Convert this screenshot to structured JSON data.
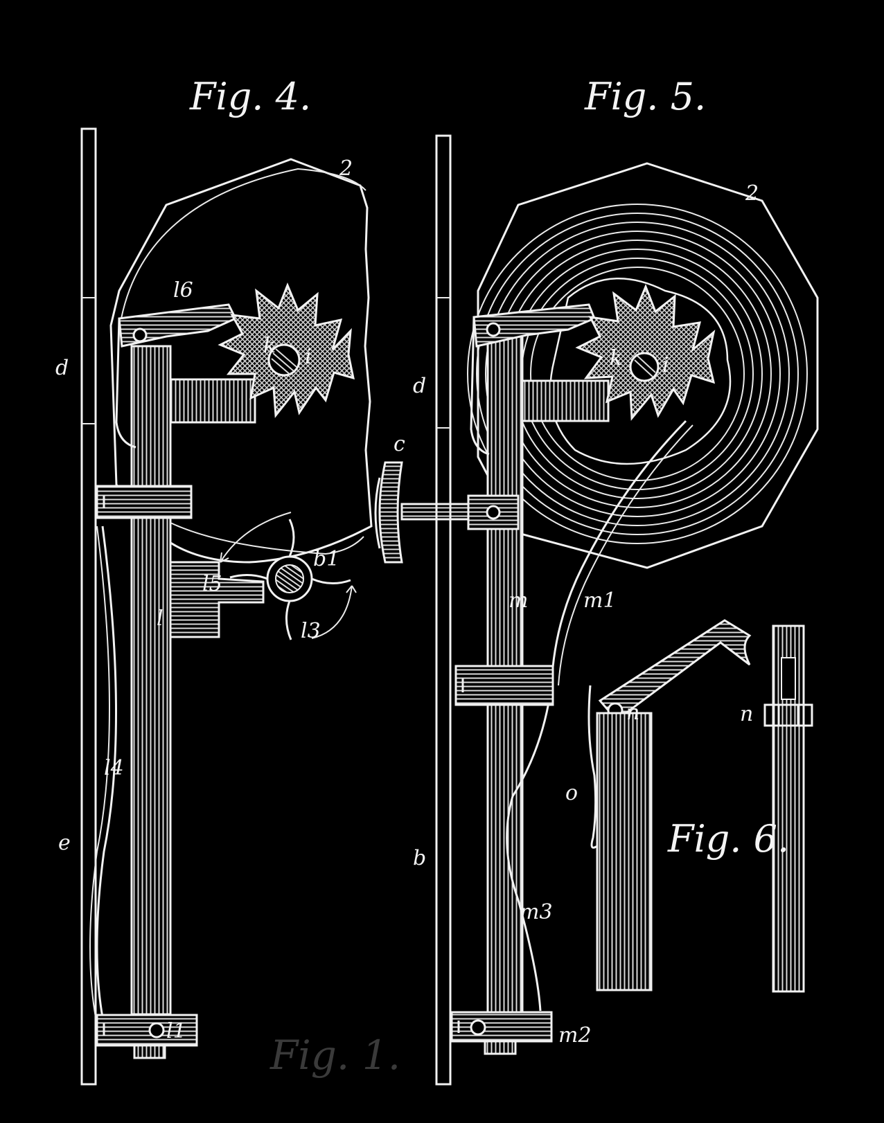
{
  "figures": {
    "fig4": "Fig. 4.",
    "fig5": "Fig. 5.",
    "fig6": "Fig. 6.",
    "fig1_ghost": "Fig. 1."
  },
  "labels": {
    "f4_2": "2",
    "f4_l6": "l6",
    "f4_k": "k",
    "f4_i": "i",
    "f4_d": "d",
    "f4_c": "c",
    "f4_b1": "b1",
    "f4_l5": "l5",
    "f4_l": "l",
    "f4_l3": "l3",
    "f4_l4": "l4",
    "f4_e": "e",
    "f4_l1": "l1",
    "f5_2": "2",
    "f5_k": "k",
    "f5_i": "i",
    "f5_d": "d",
    "f5_m": "m",
    "f5_m1": "m1",
    "f5_b": "b",
    "f5_m3": "m3",
    "f5_m2": "m2",
    "f6_n_bar": "n",
    "f6_n_pin": "n",
    "f6_o": "o"
  }
}
